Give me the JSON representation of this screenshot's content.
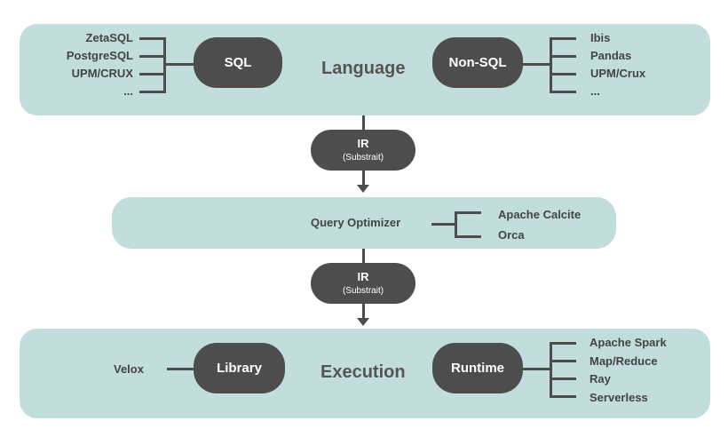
{
  "language_layer": {
    "title": "Language",
    "sql_pill": "SQL",
    "nonsql_pill": "Non-SQL",
    "sql_items": [
      "ZetaSQL",
      "PostgreSQL",
      "UPM/CRUX",
      "..."
    ],
    "nonsql_items": [
      "Ibis",
      "Pandas",
      "UPM/Crux",
      "..."
    ]
  },
  "ir_top": {
    "label": "IR",
    "sub": "(Substrait)"
  },
  "optimizer_layer": {
    "title": "Query Optimizer",
    "items": [
      "Apache Calcite",
      "Orca"
    ]
  },
  "ir_bottom": {
    "label": "IR",
    "sub": "(Substrait)"
  },
  "execution_layer": {
    "title": "Execution",
    "library_pill": "Library",
    "runtime_pill": "Runtime",
    "library_items": [
      "Velox"
    ],
    "runtime_items": [
      "Apache Spark",
      "Map/Reduce",
      "Ray",
      "Serverless"
    ]
  },
  "colors": {
    "band": "#c1dddc",
    "pill": "#4d4d4d",
    "text": "#444444"
  }
}
